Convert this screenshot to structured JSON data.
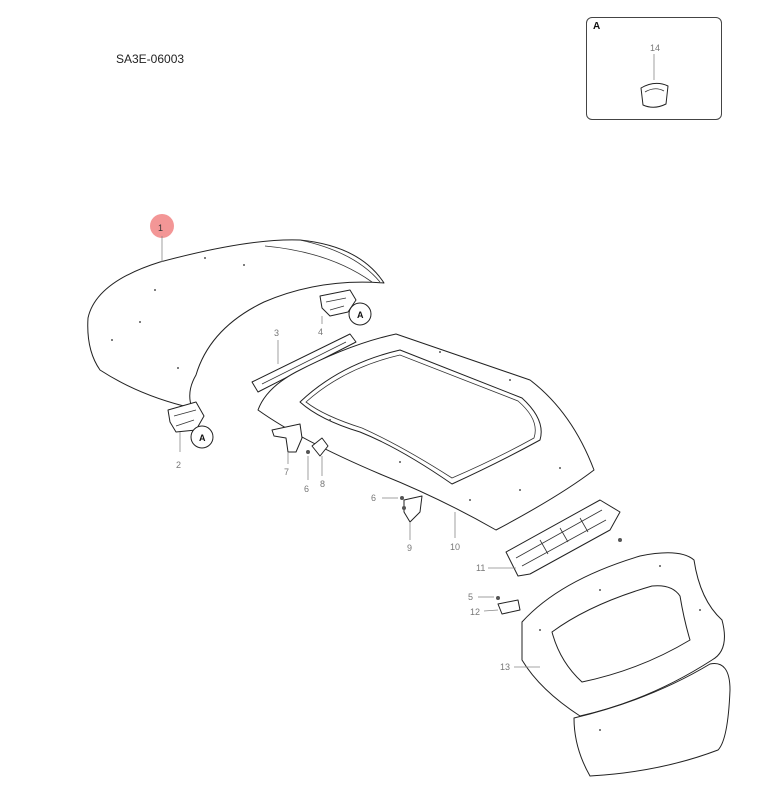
{
  "diagram": {
    "code": "SA3E-06003",
    "detail": {
      "letter": "A",
      "part": "14"
    },
    "view_marker": "A",
    "highlight_color": "#f28b8b",
    "callouts": [
      "1",
      "2",
      "3",
      "4",
      "5",
      "6",
      "6",
      "7",
      "8",
      "9",
      "10",
      "11",
      "12",
      "13"
    ]
  }
}
